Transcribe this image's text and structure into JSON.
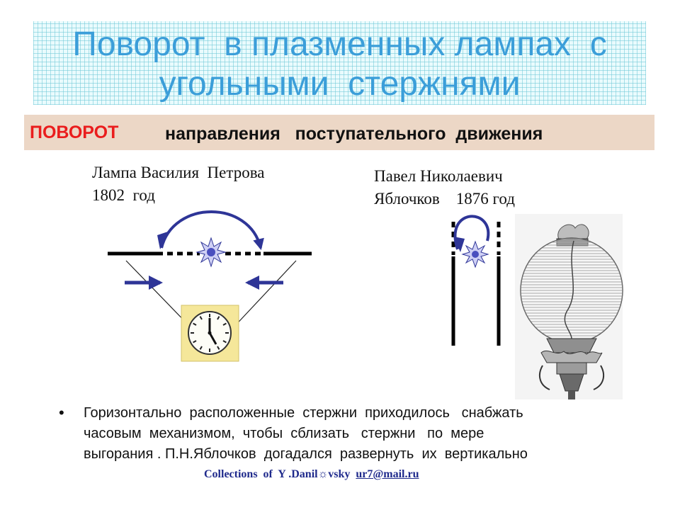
{
  "title": {
    "line1": "Поворот  в плазменных лампах  с",
    "line2": "угольными  стержнями"
  },
  "band": {
    "highlight": "ПОВОРОТ",
    "rest": "направления   поступательного  движения"
  },
  "petrov": {
    "line1": "Лампа Василия  Петрова",
    "line2": "1802  год"
  },
  "yablochkov": {
    "line1": "Павел Николаевич",
    "line2": "Яблочков    1876 год"
  },
  "paragraph": {
    "line1": "Горизонтально  расположенные  стержни  приходилось   снабжать",
    "line2": "часовым  механизмом,  чтобы  сблизать   стержни   по  мере",
    "line3": "выгорания . П.Н.Яблочков  догадался  развернуть  их  вертикально"
  },
  "footer": {
    "text": "Collections  of  Y .Danil☼vsky  ",
    "email": "ur7@mail.ru"
  },
  "colors": {
    "title": "#3b9ed9",
    "highlight": "#ea1d1d",
    "band": "#ecd7c6",
    "arrow": "#2e3597",
    "footer": "#1f2a8c"
  }
}
